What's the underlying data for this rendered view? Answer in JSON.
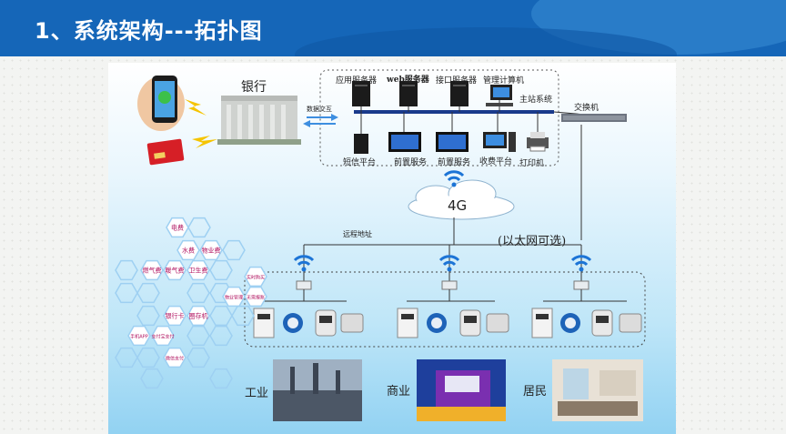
{
  "slide_title": "1、系统架构---拓扑图",
  "bank": {
    "label": "银行",
    "data_exchange": "数据交互"
  },
  "servers": {
    "app": "应用服务器",
    "web": "web服务器",
    "api": "接口服务器",
    "mgmt": "管理计算机",
    "master": "主站系统",
    "switch": "交换机"
  },
  "lower_nodes": {
    "sms": "短信平台",
    "front1": "前置服务",
    "front2": "前置服务",
    "cashier": "收费平台",
    "printer": "打印机"
  },
  "network": {
    "cloud": "4G",
    "remote": "远程地址",
    "ethernet": "(以太网可选)"
  },
  "services": [
    "电费",
    "水费",
    "物业费",
    "燃气费",
    "暖气费",
    "卫生费",
    "实时购买",
    "物业管理",
    "无需报账",
    "银行卡",
    "圈存机",
    "手机APP",
    "支付宝支付",
    "微信支付"
  ],
  "sectors": [
    "工业",
    "商业",
    "居民"
  ],
  "colors": {
    "header": "#1566b8",
    "hex_border": "#9ed0f2",
    "service_text": "#b0125f",
    "bus": "#1a3a8c"
  }
}
